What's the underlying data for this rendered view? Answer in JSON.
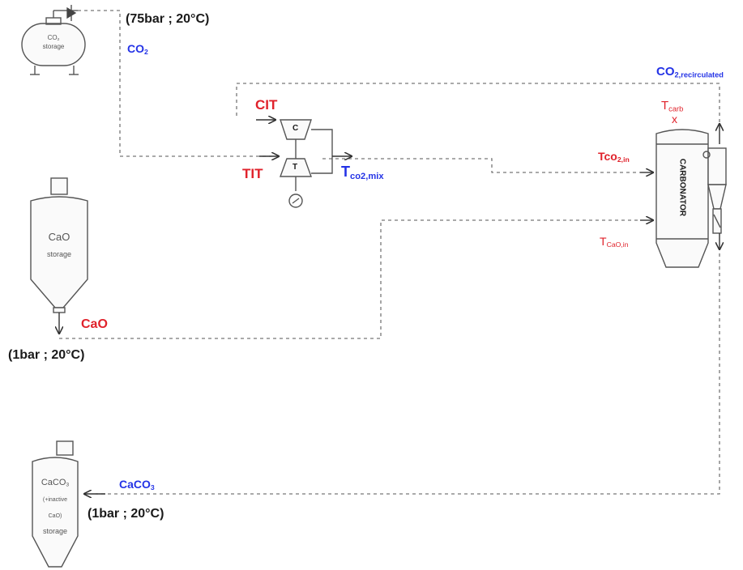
{
  "co2_storage": {
    "title_main": "CO",
    "title_sub": "2",
    "subtitle": "storage",
    "conditions": "(75bar ; 20°C)",
    "stream_main": "CO",
    "stream_sub": "2"
  },
  "cao_storage": {
    "title": "CaO",
    "subtitle": "storage",
    "stream": "CaO",
    "conditions": "(1bar ; 20°C)"
  },
  "caco3_storage": {
    "title_main": "CaCO",
    "title_sub": "3",
    "line2": "(+inactive",
    "line3": "CaO)",
    "line4": "storage",
    "stream_main": "CaCO",
    "stream_sub": "3",
    "conditions": "(1bar ; 20°C)"
  },
  "turbomachinery": {
    "compressor_letter": "C",
    "turbine_letter": "T",
    "cit": "CIT",
    "tit": "TIT",
    "mix_main": "T",
    "mix_sub": "co2,mix"
  },
  "carbonator": {
    "name": "CARBONATOR",
    "recirc_main": "CO",
    "recirc_sub": "2,recirculated",
    "tcarb_main": "T",
    "tcarb_sub": "carb",
    "tcarb_mark": "x",
    "tco2_main": "Tco",
    "tco2_sub": "2,in",
    "tcao_main": "T",
    "tcao_sub": "CaO,in"
  },
  "colors": {
    "stream_blue": "#2433e6",
    "parameter_red": "#e0222b",
    "line_gray": "#777777"
  }
}
